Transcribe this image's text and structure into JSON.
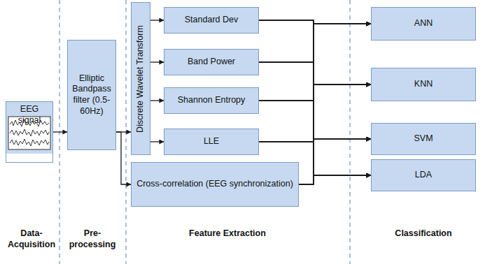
{
  "diagram": {
    "nodes": [
      {
        "text": [
          "EEG signal"
        ]
      },
      {
        "text": [
          "Elliptic Bandpass filter (0.5-60Hz)"
        ]
      },
      {
        "text": [
          "Discrete Wavelet Transform"
        ]
      },
      {
        "text": [
          "Standard Dev"
        ]
      },
      {
        "text": [
          "Band Power"
        ]
      },
      {
        "text": [
          "Shannon Entropy"
        ]
      },
      {
        "text": [
          "LLE"
        ]
      },
      {
        "text": [
          "Cross-correlation (EEG synchronization)"
        ]
      },
      {
        "text": [
          "ANN"
        ]
      },
      {
        "text": [
          "KNN"
        ]
      },
      {
        "text": [
          "SVM"
        ]
      },
      {
        "text": [
          "LDA"
        ]
      }
    ],
    "edges": [
      {
        "from": 0,
        "to": 1,
        "arrow": "to"
      },
      {
        "from": 1,
        "to": 2,
        "arrow": "to"
      },
      {
        "from": 1,
        "to": 7,
        "arrow": "to"
      },
      {
        "from": 2,
        "to": 3,
        "arrow": "to"
      },
      {
        "from": 2,
        "to": 4,
        "arrow": "to"
      },
      {
        "from": 2,
        "to": 5,
        "arrow": "to"
      },
      {
        "from": 2,
        "to": 6,
        "arrow": "to"
      },
      {
        "from": 3,
        "to": 8,
        "arrow": "to"
      },
      {
        "from": 3,
        "to": 9,
        "arrow": "to"
      },
      {
        "from": 3,
        "to": 10,
        "arrow": "to"
      },
      {
        "from": 3,
        "to": 11,
        "arrow": "to"
      },
      {
        "from": 4,
        "to": 8,
        "arrow": "to"
      },
      {
        "from": 4,
        "to": 9,
        "arrow": "to"
      },
      {
        "from": 4,
        "to": 10,
        "arrow": "to"
      },
      {
        "from": 4,
        "to": 11,
        "arrow": "to"
      },
      {
        "from": 5,
        "to": 8,
        "arrow": "to"
      },
      {
        "from": 5,
        "to": 9,
        "arrow": "to"
      },
      {
        "from": 5,
        "to": 10,
        "arrow": "to"
      },
      {
        "from": 5,
        "to": 11,
        "arrow": "to"
      },
      {
        "from": 6,
        "to": 8,
        "arrow": "to"
      },
      {
        "from": 6,
        "to": 9,
        "arrow": "to"
      },
      {
        "from": 6,
        "to": 10,
        "arrow": "to"
      },
      {
        "from": 6,
        "to": 11,
        "arrow": "to"
      },
      {
        "from": 7,
        "to": 8,
        "arrow": "to"
      },
      {
        "from": 7,
        "to": 9,
        "arrow": "to"
      },
      {
        "from": 7,
        "to": 10,
        "arrow": "to"
      },
      {
        "from": 7,
        "to": 11,
        "arrow": "to"
      }
    ],
    "labels": [
      "Data- Acquisition",
      "Pre- processing",
      "Feature Extraction",
      "Classification"
    ]
  }
}
